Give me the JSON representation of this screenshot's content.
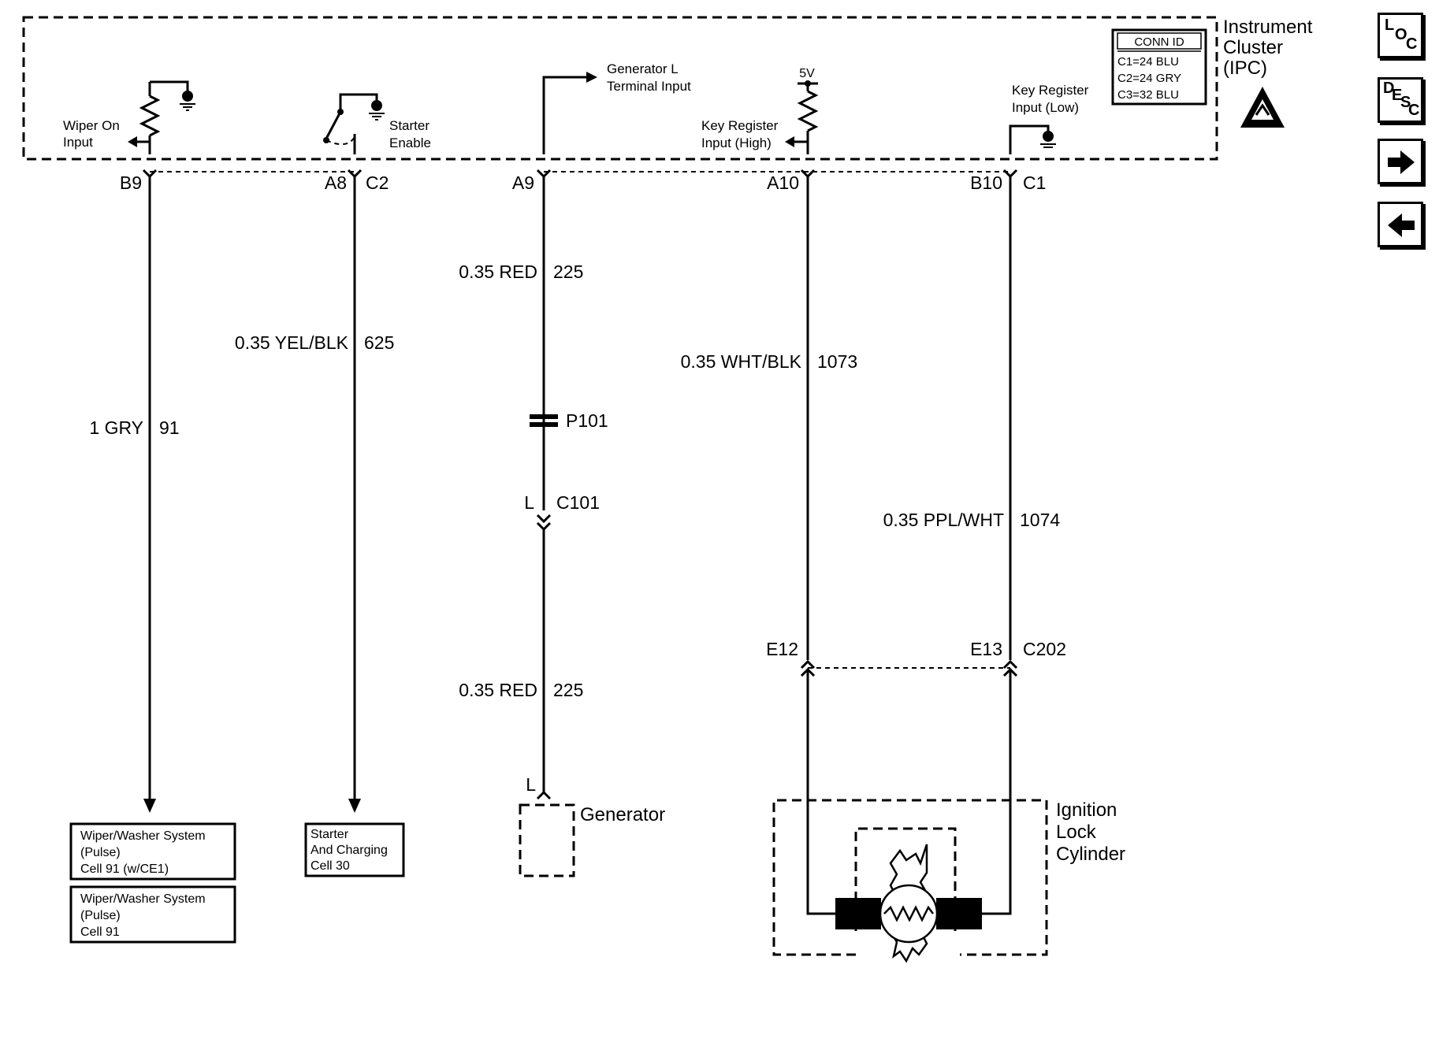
{
  "module": {
    "name_line1": "Instrument",
    "name_line2": "Cluster",
    "name_line3": "(IPC)",
    "conn_id": {
      "title": "CONN ID",
      "rows": [
        "C1=24 BLU",
        "C2=24 GRY",
        "C3=32 BLU"
      ]
    },
    "inputs": {
      "wiper_on": [
        "Wiper On",
        "Input"
      ],
      "starter_enable": [
        "Starter",
        "Enable"
      ],
      "generator_l": [
        "Generator L",
        "Terminal Input"
      ],
      "five_volt": "5V",
      "key_register_high": [
        "Key Register",
        "Input (High)"
      ],
      "key_register_low": [
        "Key Register",
        "Input (Low)"
      ]
    }
  },
  "pins": {
    "b9": "B9",
    "a8": "A8",
    "c2": "C2",
    "a9": "A9",
    "a10": "A10",
    "b10": "B10",
    "c1": "C1"
  },
  "wires": {
    "w91": {
      "gauge_color": "1 GRY",
      "circuit": "91"
    },
    "w625": {
      "gauge_color": "0.35 YEL/BLK",
      "circuit": "625"
    },
    "w225_top": {
      "gauge_color": "0.35 RED",
      "circuit": "225"
    },
    "w225_bottom": {
      "gauge_color": "0.35 RED",
      "circuit": "225"
    },
    "w1073": {
      "gauge_color": "0.35 WHT/BLK",
      "circuit": "1073"
    },
    "w1074": {
      "gauge_color": "0.35 PPL/WHT",
      "circuit": "1074"
    }
  },
  "connectors": {
    "p101": "P101",
    "c101_pin": "L",
    "c101": "C101",
    "e12": "E12",
    "e13": "E13",
    "c202": "C202",
    "gen_pin": "L"
  },
  "components": {
    "generator": "Generator",
    "ignition_lock": [
      "Ignition",
      "Lock",
      "Cylinder"
    ]
  },
  "references": {
    "wiper_pulse_ce1": [
      "Wiper/Washer System",
      "(Pulse)",
      "Cell 91  (w/CE1)"
    ],
    "wiper_pulse": [
      "Wiper/Washer System",
      "(Pulse)",
      "Cell 91"
    ],
    "starter_charging": [
      "Starter",
      "And Charging",
      "Cell 30"
    ]
  },
  "nav": {
    "loc": {
      "l1": "L",
      "l2": "O",
      "l3": "C"
    },
    "desc": {
      "l1": "D",
      "l2": "E",
      "l3": "S",
      "l4": "C"
    },
    "next_icon": "arrow-right-icon",
    "prev_icon": "arrow-left-icon"
  }
}
